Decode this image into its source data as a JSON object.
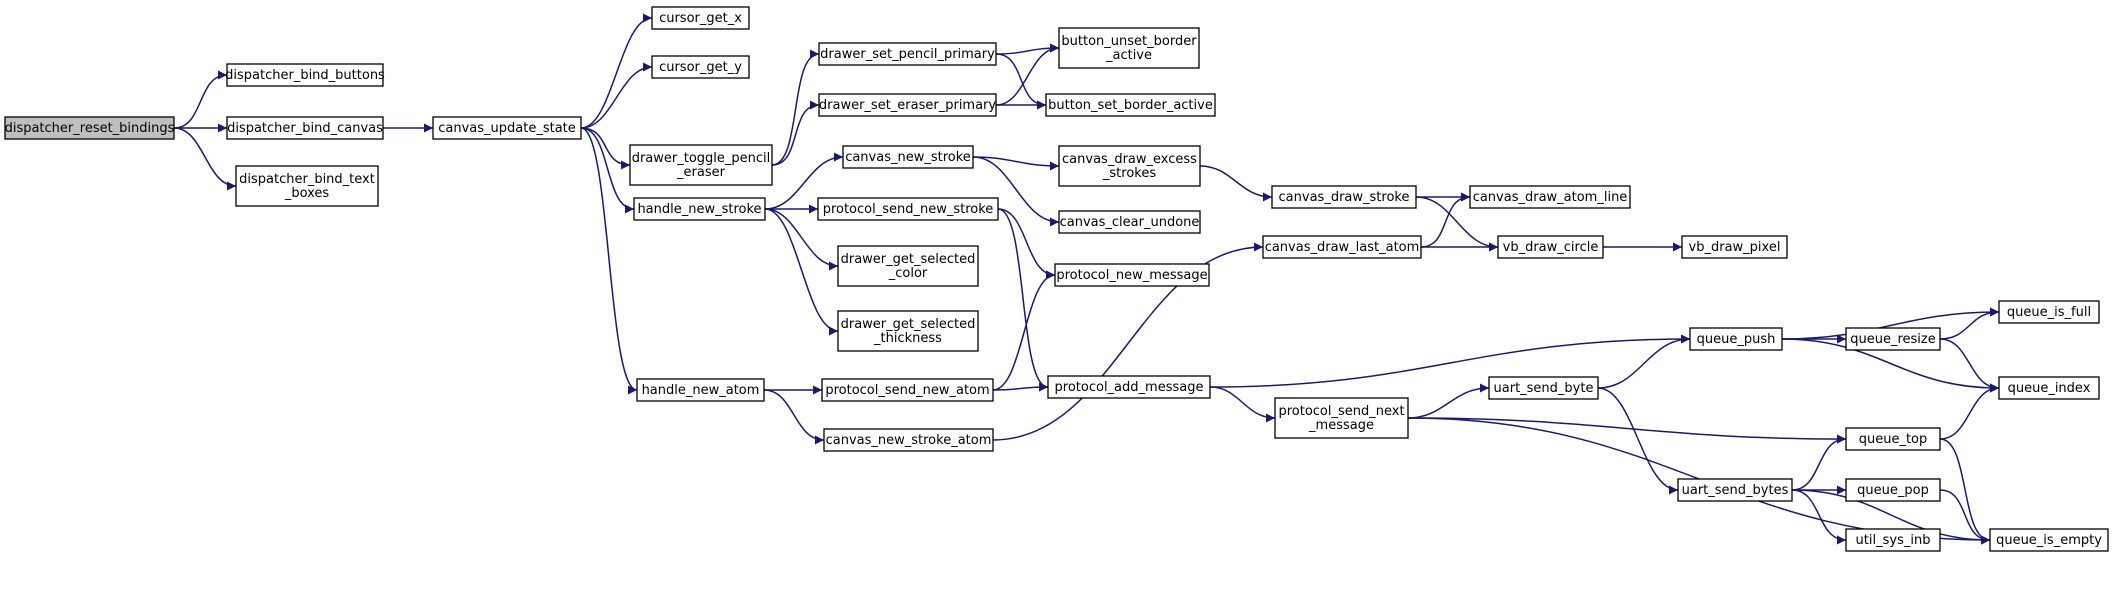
{
  "graph": {
    "colors": {
      "edge": "#191970",
      "node_fill": "#ffffff",
      "root_fill": "#bfbfbf",
      "border": "#000000"
    },
    "nodes": [
      {
        "id": "dispatcher_reset_bindings",
        "lines": [
          "dispatcher_reset_bindings"
        ],
        "root": true
      },
      {
        "id": "dispatcher_bind_buttons",
        "lines": [
          "dispatcher_bind_buttons"
        ]
      },
      {
        "id": "dispatcher_bind_canvas",
        "lines": [
          "dispatcher_bind_canvas"
        ]
      },
      {
        "id": "dispatcher_bind_text_boxes",
        "lines": [
          "dispatcher_bind_text",
          "_boxes"
        ]
      },
      {
        "id": "canvas_update_state",
        "lines": [
          "canvas_update_state"
        ]
      },
      {
        "id": "cursor_get_x",
        "lines": [
          "cursor_get_x"
        ]
      },
      {
        "id": "cursor_get_y",
        "lines": [
          "cursor_get_y"
        ]
      },
      {
        "id": "drawer_toggle_pencil_eraser",
        "lines": [
          "drawer_toggle_pencil",
          "_eraser"
        ]
      },
      {
        "id": "drawer_set_pencil_primary",
        "lines": [
          "drawer_set_pencil_primary"
        ]
      },
      {
        "id": "drawer_set_eraser_primary",
        "lines": [
          "drawer_set_eraser_primary"
        ]
      },
      {
        "id": "button_unset_border_active",
        "lines": [
          "button_unset_border",
          "_active"
        ]
      },
      {
        "id": "button_set_border_active",
        "lines": [
          "button_set_border_active"
        ]
      },
      {
        "id": "handle_new_stroke",
        "lines": [
          "handle_new_stroke"
        ]
      },
      {
        "id": "canvas_new_stroke",
        "lines": [
          "canvas_new_stroke"
        ]
      },
      {
        "id": "protocol_send_new_stroke",
        "lines": [
          "protocol_send_new_stroke"
        ]
      },
      {
        "id": "drawer_get_selected_color",
        "lines": [
          "drawer_get_selected",
          "_color"
        ]
      },
      {
        "id": "drawer_get_selected_thickness",
        "lines": [
          "drawer_get_selected",
          "_thickness"
        ]
      },
      {
        "id": "canvas_draw_excess_strokes",
        "lines": [
          "canvas_draw_excess",
          "_strokes"
        ]
      },
      {
        "id": "canvas_clear_undone",
        "lines": [
          "canvas_clear_undone"
        ]
      },
      {
        "id": "canvas_draw_stroke",
        "lines": [
          "canvas_draw_stroke"
        ]
      },
      {
        "id": "canvas_draw_atom_line",
        "lines": [
          "canvas_draw_atom_line"
        ]
      },
      {
        "id": "canvas_draw_last_atom",
        "lines": [
          "canvas_draw_last_atom"
        ]
      },
      {
        "id": "vb_draw_circle",
        "lines": [
          "vb_draw_circle"
        ]
      },
      {
        "id": "vb_draw_pixel",
        "lines": [
          "vb_draw_pixel"
        ]
      },
      {
        "id": "protocol_new_message",
        "lines": [
          "protocol_new_message"
        ]
      },
      {
        "id": "handle_new_atom",
        "lines": [
          "handle_new_atom"
        ]
      },
      {
        "id": "protocol_send_new_atom",
        "lines": [
          "protocol_send_new_atom"
        ]
      },
      {
        "id": "canvas_new_stroke_atom",
        "lines": [
          "canvas_new_stroke_atom"
        ]
      },
      {
        "id": "protocol_add_message",
        "lines": [
          "protocol_add_message"
        ]
      },
      {
        "id": "protocol_send_next_message",
        "lines": [
          "protocol_send_next",
          "_message"
        ]
      },
      {
        "id": "uart_send_byte",
        "lines": [
          "uart_send_byte"
        ]
      },
      {
        "id": "queue_push",
        "lines": [
          "queue_push"
        ]
      },
      {
        "id": "queue_resize",
        "lines": [
          "queue_resize"
        ]
      },
      {
        "id": "queue_is_full",
        "lines": [
          "queue_is_full"
        ]
      },
      {
        "id": "queue_index",
        "lines": [
          "queue_index"
        ]
      },
      {
        "id": "queue_top",
        "lines": [
          "queue_top"
        ]
      },
      {
        "id": "uart_send_bytes",
        "lines": [
          "uart_send_bytes"
        ]
      },
      {
        "id": "queue_pop",
        "lines": [
          "queue_pop"
        ]
      },
      {
        "id": "util_sys_inb",
        "lines": [
          "util_sys_inb"
        ]
      },
      {
        "id": "queue_is_empty",
        "lines": [
          "queue_is_empty"
        ]
      }
    ],
    "edges": [
      [
        "dispatcher_reset_bindings",
        "dispatcher_bind_buttons"
      ],
      [
        "dispatcher_reset_bindings",
        "dispatcher_bind_canvas"
      ],
      [
        "dispatcher_reset_bindings",
        "dispatcher_bind_text_boxes"
      ],
      [
        "dispatcher_bind_canvas",
        "canvas_update_state"
      ],
      [
        "canvas_update_state",
        "cursor_get_x"
      ],
      [
        "canvas_update_state",
        "cursor_get_y"
      ],
      [
        "canvas_update_state",
        "drawer_toggle_pencil_eraser"
      ],
      [
        "canvas_update_state",
        "handle_new_stroke"
      ],
      [
        "canvas_update_state",
        "handle_new_atom"
      ],
      [
        "drawer_toggle_pencil_eraser",
        "drawer_set_pencil_primary"
      ],
      [
        "drawer_toggle_pencil_eraser",
        "drawer_set_eraser_primary"
      ],
      [
        "drawer_set_pencil_primary",
        "button_unset_border_active"
      ],
      [
        "drawer_set_pencil_primary",
        "button_set_border_active"
      ],
      [
        "drawer_set_eraser_primary",
        "button_unset_border_active"
      ],
      [
        "drawer_set_eraser_primary",
        "button_set_border_active"
      ],
      [
        "handle_new_stroke",
        "canvas_new_stroke"
      ],
      [
        "handle_new_stroke",
        "protocol_send_new_stroke"
      ],
      [
        "handle_new_stroke",
        "drawer_get_selected_color"
      ],
      [
        "handle_new_stroke",
        "drawer_get_selected_thickness"
      ],
      [
        "canvas_new_stroke",
        "canvas_draw_excess_strokes"
      ],
      [
        "canvas_new_stroke",
        "canvas_clear_undone"
      ],
      [
        "canvas_draw_excess_strokes",
        "canvas_draw_stroke"
      ],
      [
        "canvas_draw_stroke",
        "canvas_draw_atom_line"
      ],
      [
        "canvas_draw_stroke",
        "vb_draw_circle"
      ],
      [
        "canvas_draw_last_atom",
        "canvas_draw_atom_line"
      ],
      [
        "canvas_draw_last_atom",
        "vb_draw_circle"
      ],
      [
        "vb_draw_circle",
        "vb_draw_pixel"
      ],
      [
        "protocol_send_new_stroke",
        "protocol_new_message"
      ],
      [
        "protocol_send_new_stroke",
        "protocol_add_message"
      ],
      [
        "handle_new_atom",
        "protocol_send_new_atom"
      ],
      [
        "handle_new_atom",
        "canvas_new_stroke_atom"
      ],
      [
        "protocol_send_new_atom",
        "protocol_new_message"
      ],
      [
        "protocol_send_new_atom",
        "protocol_add_message"
      ],
      [
        "canvas_new_stroke_atom",
        "canvas_draw_last_atom"
      ],
      [
        "protocol_add_message",
        "queue_push"
      ],
      [
        "protocol_add_message",
        "protocol_send_next_message"
      ],
      [
        "protocol_send_next_message",
        "uart_send_byte"
      ],
      [
        "protocol_send_next_message",
        "queue_top"
      ],
      [
        "protocol_send_next_message",
        "queue_is_empty"
      ],
      [
        "uart_send_byte",
        "queue_push"
      ],
      [
        "uart_send_byte",
        "uart_send_bytes"
      ],
      [
        "queue_push",
        "queue_resize"
      ],
      [
        "queue_push",
        "queue_is_full"
      ],
      [
        "queue_push",
        "queue_index"
      ],
      [
        "queue_resize",
        "queue_is_full"
      ],
      [
        "queue_resize",
        "queue_index"
      ],
      [
        "queue_top",
        "queue_index"
      ],
      [
        "queue_top",
        "queue_is_empty"
      ],
      [
        "uart_send_bytes",
        "queue_top"
      ],
      [
        "uart_send_bytes",
        "queue_pop"
      ],
      [
        "uart_send_bytes",
        "util_sys_inb"
      ],
      [
        "uart_send_bytes",
        "queue_is_empty"
      ],
      [
        "queue_pop",
        "queue_is_empty"
      ]
    ]
  }
}
